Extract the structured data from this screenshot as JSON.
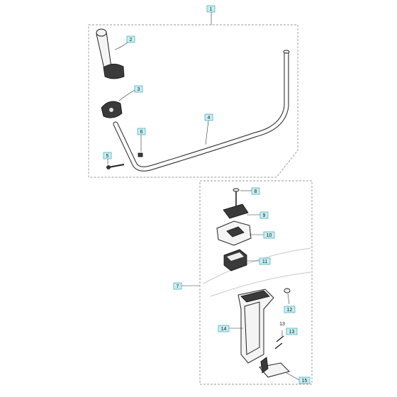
{
  "callouts": {
    "c1": "1",
    "c2": "2",
    "c3": "3",
    "c4": "4",
    "c5": "5",
    "c6": "6",
    "c7": "7",
    "c8": "8",
    "c9": "9",
    "c10": "10",
    "c11": "11",
    "c12": "12",
    "c13_plain": "13",
    "c13": "13",
    "c14": "14",
    "c15": "15"
  }
}
